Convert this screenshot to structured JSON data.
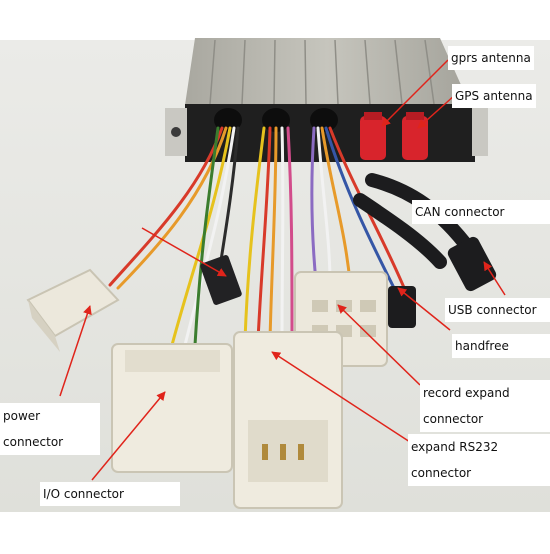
{
  "labels": {
    "gprs_antenna": "gprs antenna",
    "gps_antenna": "GPS antenna",
    "can_connector": "CAN connector",
    "usb_connector": "USB connector",
    "handfree": "handfree",
    "record_expand_line1": "record expand",
    "record_expand_line2": "connector",
    "power_line1": "power",
    "power_line2": "connector",
    "expand_rs232_line1": "expand RS232",
    "expand_rs232_line2": "connector",
    "io_connector": "I/O connector"
  },
  "colors": {
    "arrow": "#e0241b",
    "label_bg": "#ffffff",
    "label_text": "#111111",
    "background": "#e6e7e3",
    "device_body": "#b7b6ae",
    "antenna_red": "#d8242c",
    "connector_white": "#ece8dc",
    "connector_black": "#1c1c1e"
  }
}
